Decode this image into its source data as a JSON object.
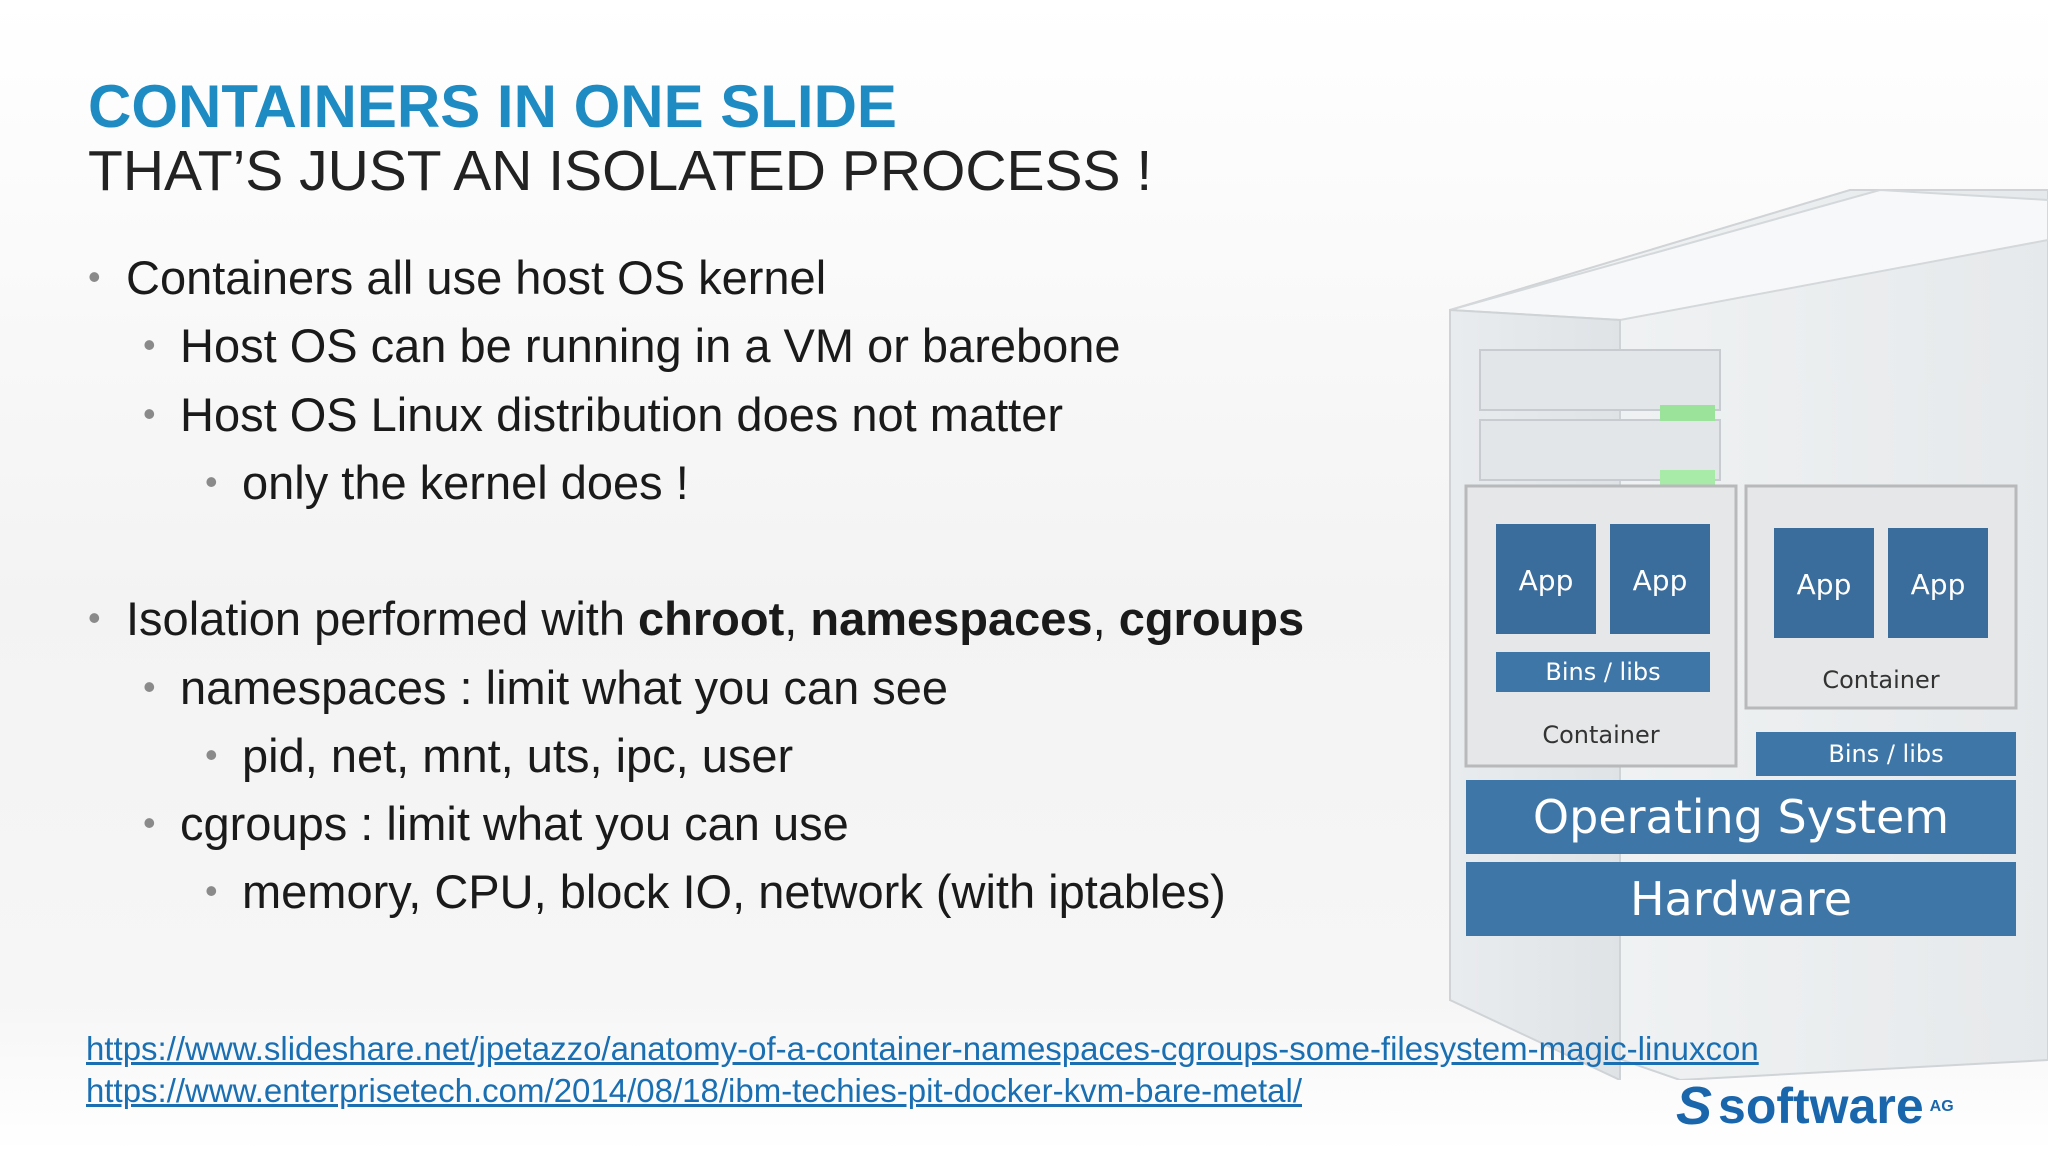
{
  "title": "CONTAINERS IN ONE SLIDE",
  "subtitle": "THAT’S JUST AN ISOLATED PROCESS !",
  "bullets": {
    "b1": "Containers all use host OS kernel",
    "b1_1": "Host OS can be running in a VM or barebone",
    "b1_2": "Host OS Linux distribution does not matter",
    "b1_2_1": "only the kernel does !",
    "b2_prefix": "Isolation performed with ",
    "b2_chroot": "chroot",
    "b2_sep1": ", ",
    "b2_namespaces": "namespaces",
    "b2_sep2": ", ",
    "b2_cgroups": "cgroups",
    "b2_1": "namespaces : limit what you can see",
    "b2_1_1": "pid, net, mnt, uts, ipc, user",
    "b2_2": "cgroups : limit what you can use",
    "b2_2_1": "memory, CPU, block IO, network (with iptables)",
    "bullet_glyph": "•"
  },
  "links": [
    "https://www.slideshare.net/jpetazzo/anatomy-of-a-container-namespaces-cgroups-some-filesystem-magic-linuxcon",
    "https://www.enterprisetech.com/2014/08/18/ibm-techies-pit-docker-kvm-bare-metal/"
  ],
  "diagram": {
    "app": "App",
    "bins_libs": "Bins / libs",
    "container": "Container",
    "operating_system": "Operating System",
    "hardware": "Hardware"
  },
  "logo": {
    "mark": "S",
    "text": "software",
    "suffix": "AG"
  },
  "colors": {
    "title": "#1e8bc3",
    "layer_blue": "#3f76a8",
    "app_blue": "#3a6c9c",
    "link": "#1a6fb3",
    "logo": "#1a66ad"
  }
}
